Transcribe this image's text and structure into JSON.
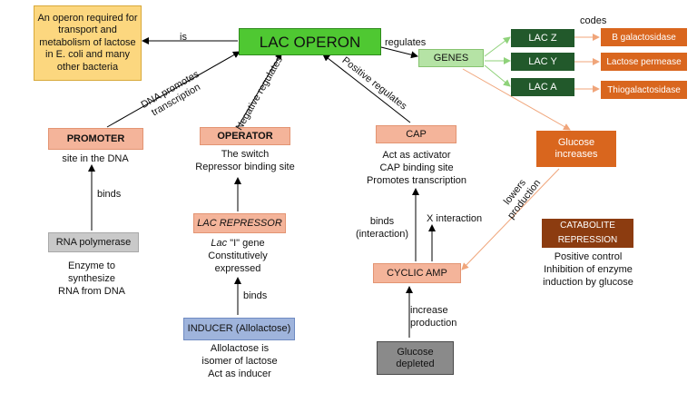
{
  "nodes": {
    "lac_operon": "LAC OPERON",
    "definition": "An operon required for transport and metabolism of lactose in E. coli and many other bacteria",
    "genes": "GENES",
    "lac_z": "LAC Z",
    "lac_y": "LAC Y",
    "lac_a": "LAC A",
    "b_galactosidase": "B galactosidase",
    "lactose_permease": "Lactose permease",
    "thiogalactosidase": "Thiogalactosidase",
    "glucose_increases": "Glucose increases",
    "catabolite_repression": "CATABOLITE REPRESSION",
    "promoter": "PROMOTER",
    "operator": "OPERATOR",
    "cap": "CAP",
    "rna_polymerase": "RNA polymerase",
    "lac_repressor": "LAC REPRESSOR",
    "inducer": "INDUCER (Allolactose)",
    "cyclic_amp": "CYCLIC AMP",
    "glucose_depleted": "Glucose depleted"
  },
  "descriptions": {
    "promoter": "site in the DNA",
    "operator_1": "The switch",
    "operator_2": "Repressor binding site",
    "cap_1": "Act as activator",
    "cap_2": "CAP binding site",
    "cap_3": "Promotes transcription",
    "rna_polymerase": "Enzyme to synthesize RNA from DNA",
    "repressor_prefix": "Lac",
    "repressor_rest": " \"I\" gene",
    "repressor_2": "Constitutively expressed",
    "inducer": "Allolactose is isomer of lactose Act as inducer",
    "catabolite": "Positive control Inhibition of enzyme induction by glucose"
  },
  "edge_labels": {
    "is": "is",
    "regulates": "regulates",
    "codes": "codes",
    "dna_promotes": "DNA promotes transcription",
    "negative_regulates": "Negative regulates",
    "positive_regulates": "Positive regulates",
    "binds_rna": "binds",
    "binds_inducer": "binds",
    "binds_interaction": "binds (interaction)",
    "x_interaction": "X interaction",
    "lowers_production": "lowers production",
    "increase_production": "increase production"
  },
  "colors": {
    "green": "#4fc832",
    "light_green": "#b5e3a5",
    "dark_green": "#22592b",
    "orange": "#d9661e",
    "salmon": "#f4b49a",
    "yellow": "#fcd77f",
    "brown": "#8c3c10",
    "gray": "#c9c9c9",
    "dark_gray": "#8a8a8a",
    "blue": "#9fb4dc"
  }
}
